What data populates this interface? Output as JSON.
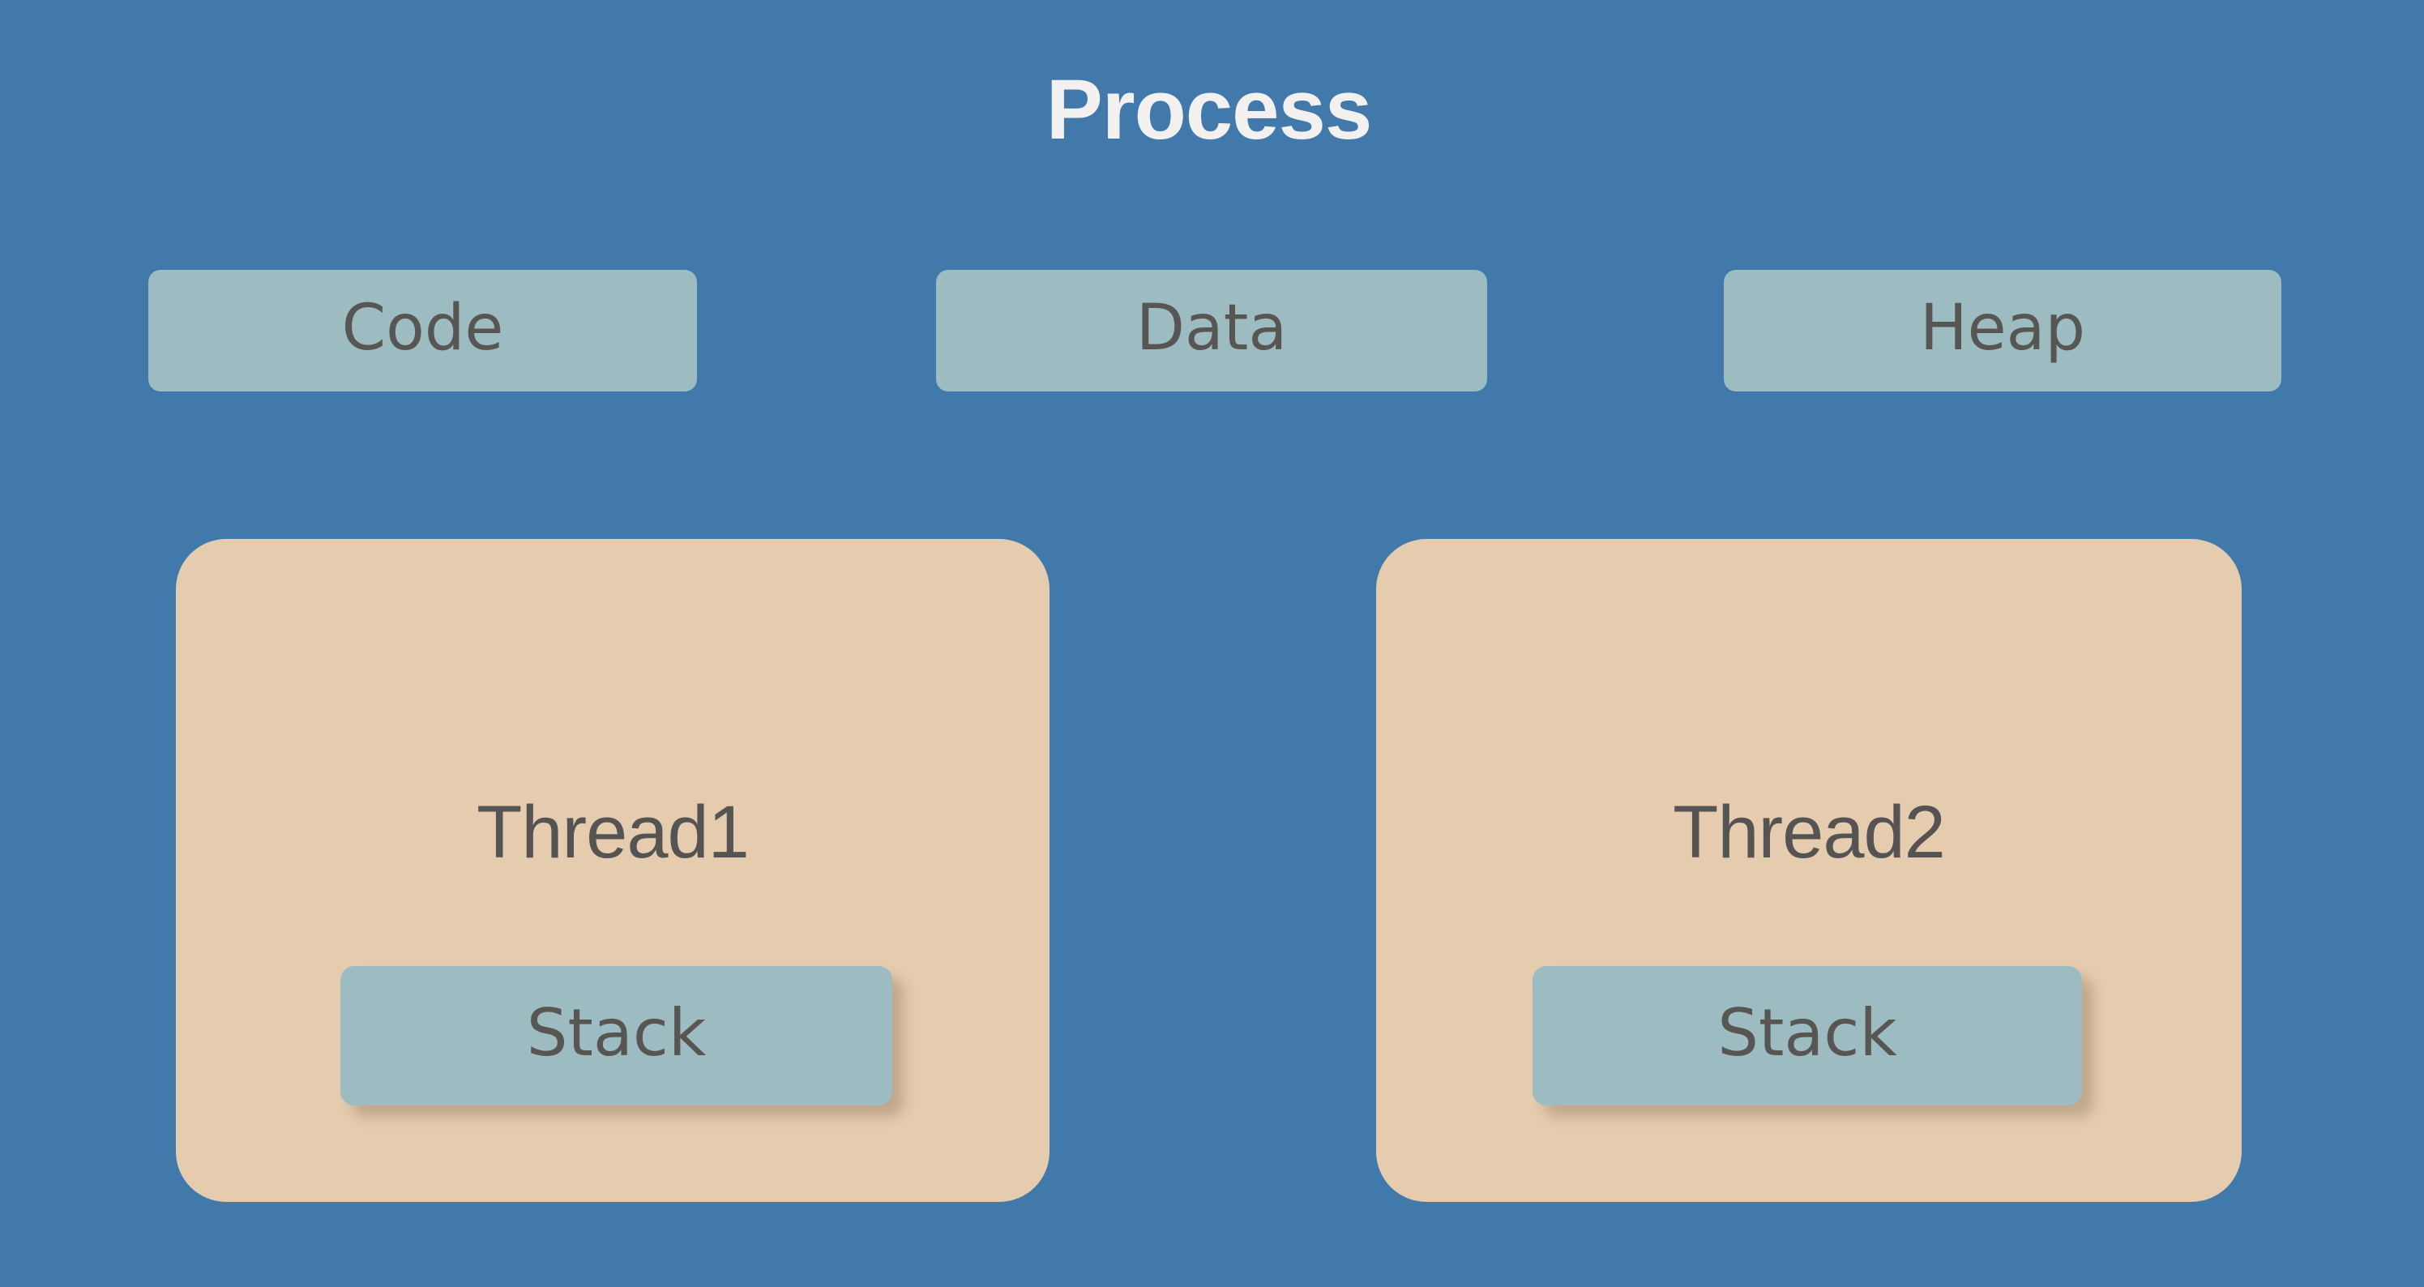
{
  "diagram": {
    "title": "Process",
    "background_color": "#4179ab",
    "title_color": "#f2f1ef"
  },
  "memory_segments": [
    {
      "label": "Code",
      "color": "#9cbcc2",
      "text_color": "#585653"
    },
    {
      "label": "Data",
      "color": "#9cbcc2",
      "text_color": "#585653"
    },
    {
      "label": "Heap",
      "color": "#9cbcc2",
      "text_color": "#585653"
    }
  ],
  "threads": [
    {
      "label": "Thread1",
      "color": "#e5ccaf",
      "text_color": "#555452",
      "stack": {
        "label": "Stack",
        "color": "#9cbcc2",
        "text_color": "#585653"
      }
    },
    {
      "label": "Thread2",
      "color": "#e5ccaf",
      "text_color": "#555452",
      "stack": {
        "label": "Stack",
        "color": "#9cbcc2",
        "text_color": "#585653"
      }
    }
  ]
}
